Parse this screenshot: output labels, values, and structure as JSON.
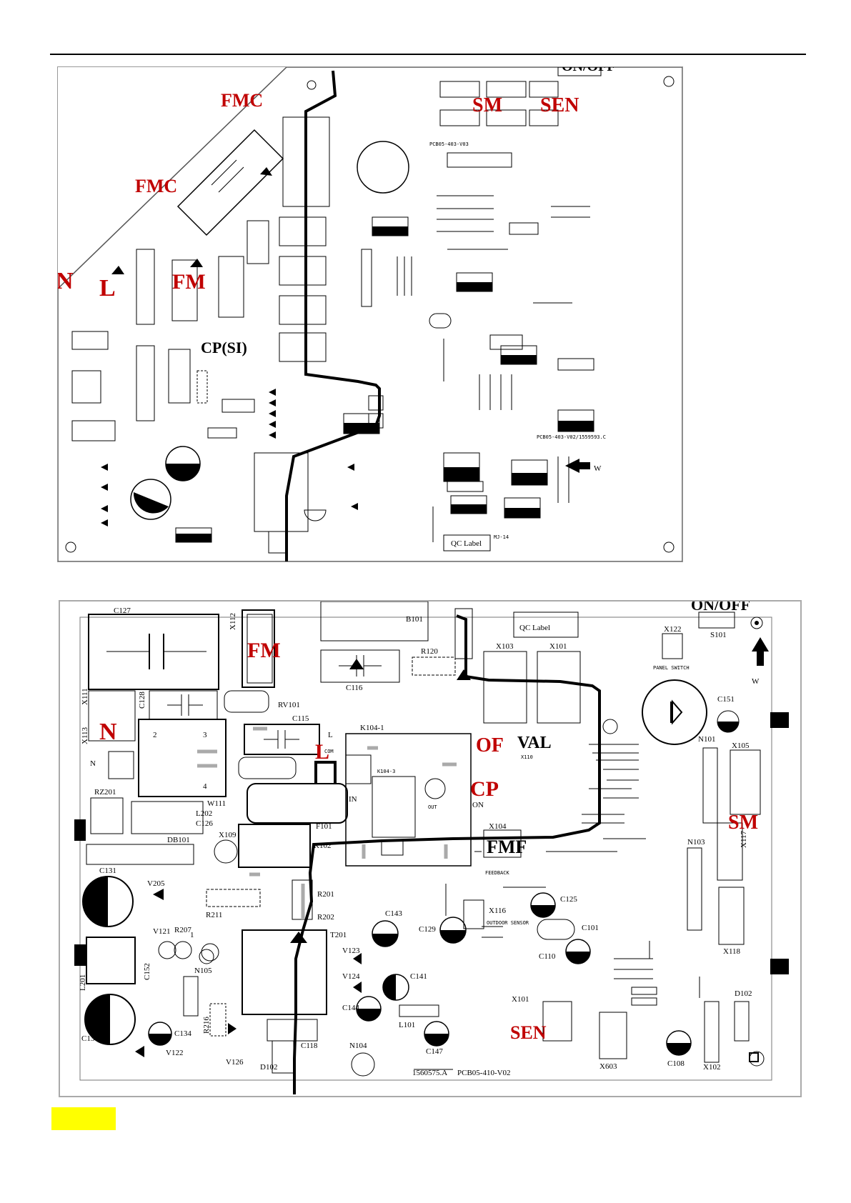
{
  "board1": {
    "labels": {
      "fmc1": "FMC",
      "fmc2": "FMC",
      "n": "N",
      "l": "L",
      "fm": "FM",
      "cp": "CP(SI)",
      "sm": "SM",
      "sen": "SEN",
      "onoff": "ON/OFF",
      "qc": "QC Label",
      "w": "W"
    }
  },
  "board2": {
    "labels": {
      "c127": "C127",
      "fm": "FM",
      "x112": "X112",
      "b101": "B101",
      "qc": "QC Label",
      "onoff": "ON/OFF",
      "x122": "X122",
      "s101": "S101",
      "w": "W",
      "panel_switch": "PANEL SWITCH",
      "x103": "X103",
      "x101": "X101",
      "c116": "C116",
      "r120": "R120",
      "rv101": "RV101",
      "c128": "C128",
      "x111": "X111",
      "x113": "X113",
      "n_big": "N",
      "n_small": "N",
      "c115": "C115",
      "l_small": "L",
      "l_red": "L",
      "com": "COM",
      "k104": "K104-1",
      "k104b": "K104-3",
      "in": "IN",
      "out": "OUT",
      "of": "OF",
      "val": "VAL",
      "cp": "CP",
      "on": "ON",
      "x110": "X110",
      "x105": "X105",
      "sm": "SM",
      "n101": "N101",
      "c151": "C151",
      "fmf": "FMF",
      "x104": "X104",
      "feedback": "FEEDBACK",
      "n103": "N103",
      "x117": "X117",
      "x118": "X118",
      "rz201": "RZ201",
      "l202": "L202",
      "c126": "C126",
      "w111": "W111",
      "f101": "F101",
      "db101": "DB101",
      "x109": "X109",
      "k102": "K102",
      "c131": "C131",
      "v205": "V205",
      "r211": "R211",
      "r201": "R201",
      "r202": "R202",
      "t201": "T201",
      "c143": "C143",
      "c129": "C129",
      "x116": "X116",
      "outdoor_sensor": "OUTDOOR SENSOR",
      "c125": "C125",
      "c101": "C101",
      "c110": "C110",
      "v121": "V121",
      "r207": "R207",
      "l201": "L201",
      "c152": "C152",
      "n105": "N105",
      "c130": "C130",
      "c134": "C134",
      "v122": "V122",
      "r216": "R216",
      "v126": "V126",
      "d102": "D102",
      "c118": "C118",
      "v123": "V123",
      "v124": "V124",
      "c144": "C144",
      "c141": "C141",
      "l101": "L101",
      "sen": "SEN",
      "x101b": "X101",
      "c147": "C147",
      "x603": "X603",
      "c108": "C108",
      "x102": "X102",
      "d102b": "D102",
      "n104": "N104",
      "part_no": "1560575.A",
      "pcb": "PCB05-410-V02",
      "num1": "1",
      "num2": "2",
      "num3": "3",
      "num4": "4"
    }
  },
  "colors": {
    "accent_red": "#c00000",
    "highlight": "#ffff00",
    "trace": "#000000"
  }
}
